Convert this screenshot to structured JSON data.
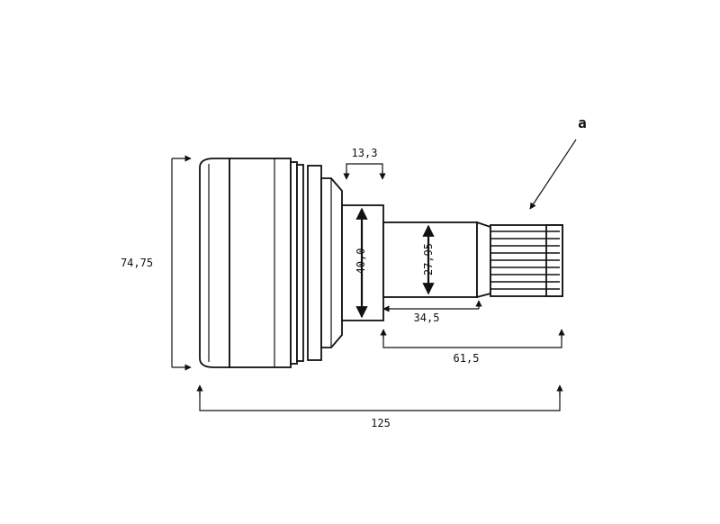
{
  "dimensions": {
    "overall_length": "125",
    "boot_diameter": "74,75",
    "shoulder_width": "13,3",
    "collar_diameter": "40,0",
    "shaft_diameter": "27,95",
    "shaft_length": "34,5",
    "spline_length": "61,5"
  },
  "labels": {
    "spline_callout": "a"
  },
  "colors": {
    "line": "#111111",
    "background": "#ffffff"
  }
}
